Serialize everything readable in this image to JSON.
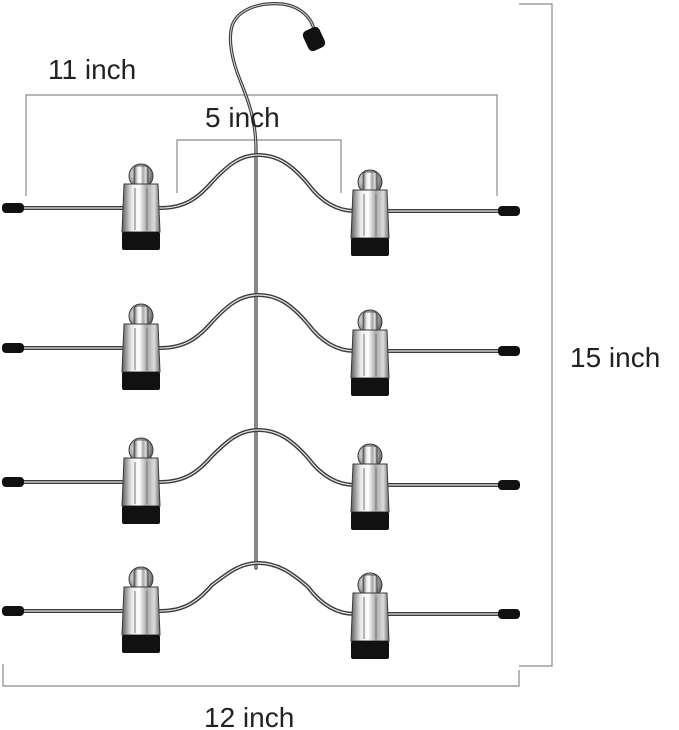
{
  "image": {
    "subject": "four-tier hanger with clips",
    "background_color": "#ffffff",
    "colors": {
      "chrome_light": "#f4f4f4",
      "chrome_mid": "#b9b9b9",
      "chrome_dark": "#5a5a5a",
      "rubber_black": "#111111",
      "dimension_line": "#8a8a8a",
      "label_text": "#222222"
    }
  },
  "dimensions": {
    "top_span": "11 inch",
    "inner_span": "5 inch",
    "total_height": "15 inch",
    "bottom_width": "12 inch"
  },
  "hanger": {
    "tiers": 4,
    "clips_per_tier": 2
  }
}
